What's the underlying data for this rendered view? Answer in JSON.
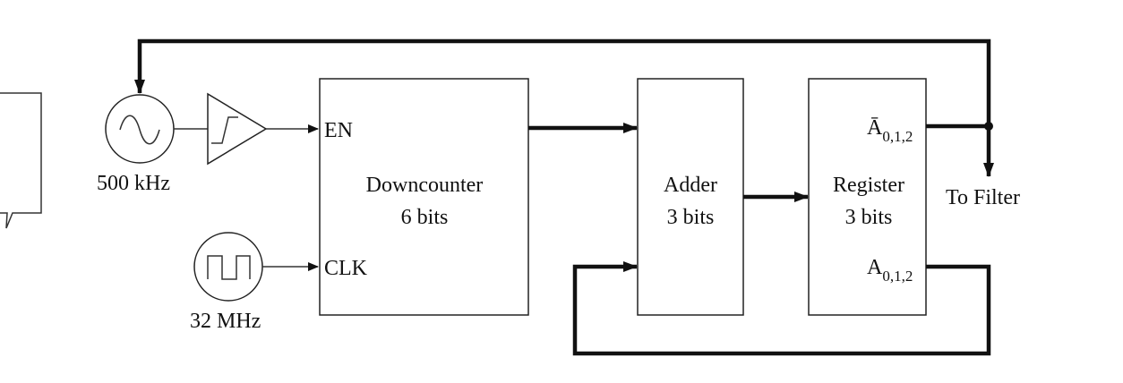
{
  "diagram": {
    "sine_osc": {
      "freq": "500 kHz"
    },
    "square_osc": {
      "freq": "32 MHz"
    },
    "downcounter": {
      "title": "Downcounter",
      "bits": "6 bits",
      "pin_en": "EN",
      "pin_clk": "CLK"
    },
    "adder": {
      "title": "Adder",
      "bits": "3 bits"
    },
    "register": {
      "title": "Register",
      "bits": "3 bits",
      "out_inv": {
        "base": "Ā",
        "sub": "0,1,2"
      },
      "out": {
        "base": "A",
        "sub": "0,1,2"
      }
    },
    "output_label": "To Filter"
  }
}
